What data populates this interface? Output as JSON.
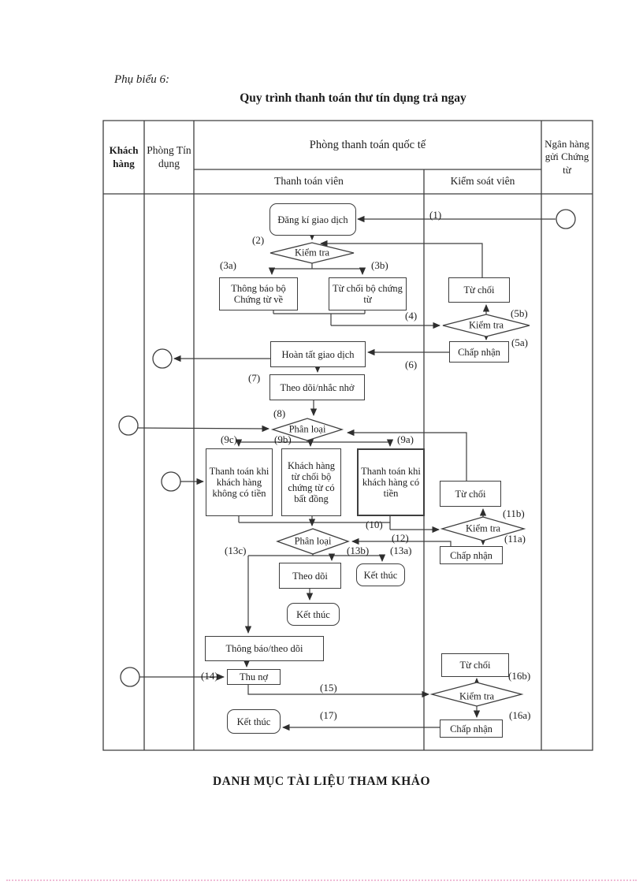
{
  "page": {
    "appendix_label": "Phụ biểu 6:",
    "title": "Quy trình thanh toán thư tín dụng trả ngay",
    "references_heading": "DANH MỤC TÀI LIỆU THAM KHẢO"
  },
  "table": {
    "lanes": {
      "customer": "Khách hàng",
      "credit_department": "Phòng Tín dụng",
      "international_payment_department": "Phòng thanh toán quốc tế",
      "payment_officer": "Thanh toán viên",
      "controller": "Kiểm soát viên",
      "document_sending_bank": "Ngân hàng gửi Chứng từ"
    }
  },
  "nodes": {
    "register_transaction": "Đăng kí giao dịch",
    "check_1": "Kiểm tra",
    "notify_document_return": "Thông báo bộ Chứng từ về",
    "refuse_document_set": "Từ chối bộ chứng từ",
    "refuse_1": "Từ chối",
    "check_2": "Kiểm tra",
    "accept_1": "Chấp nhận",
    "complete_transaction": "Hoàn tất giao dịch",
    "monitor_remind": "Theo dõi/nhắc nhở",
    "classify_1": "Phân loại",
    "pay_customer_no_money": "Thanh toán khi khách hàng không có tiền",
    "customer_refuses_discrepant_docs": "Khách hàng từ chối bộ chứng từ có bất đồng",
    "pay_customer_has_money": "Thanh toán khi khách hàng có tiền",
    "refuse_2": "Từ chối",
    "check_3": "Kiểm tra",
    "accept_2": "Chấp nhận",
    "classify_2": "Phân loại",
    "monitor": "Theo dõi",
    "end_1": "Kết thúc",
    "end_2": "Kết thúc",
    "notify_monitor": "Thông báo/theo dõi",
    "collect_debt": "Thu nợ",
    "refuse_3": "Từ chối",
    "check_4": "Kiểm tra",
    "accept_3": "Chấp nhận",
    "end_3": "Kết thúc"
  },
  "steps": {
    "s1": "(1)",
    "s2": "(2)",
    "s3a": "(3a)",
    "s3b": "(3b)",
    "s4": "(4)",
    "s5a": "(5a)",
    "s5b": "(5b)",
    "s6": "(6)",
    "s7": "(7)",
    "s8": "(8)",
    "s9a": "(9a)",
    "s9b": "(9b)",
    "s9c": "(9c)",
    "s10": "(10)",
    "s11a": "(11a)",
    "s11b": "(11b)",
    "s12": "(12)",
    "s13a": "(13a)",
    "s13b": "(13b)",
    "s13c": "(13c)",
    "s14": "(14)",
    "s15": "(15)",
    "s16a": "(16a)",
    "s16b": "(16b)",
    "s17": "(17)"
  },
  "colors": {
    "ink": "#1c1c1c",
    "line": "#3e3e3e",
    "dotted_line": "#f0bcd6",
    "background": "#ffffff"
  }
}
